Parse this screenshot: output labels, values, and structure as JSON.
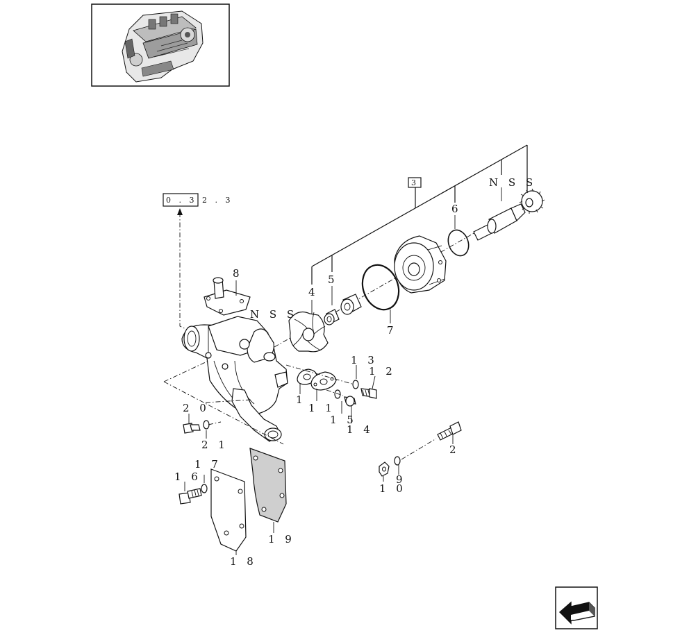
{
  "engine_thumbnail": {
    "icon": "engine-assembly-icon"
  },
  "reference_box_top": "3",
  "reference_box_left": "0 . 3 2 . 3",
  "labels": {
    "nss_right": "N S S",
    "nss_left": "N S S",
    "p6": "6",
    "p5": "5",
    "p4": "4",
    "p7": "7",
    "p8": "8",
    "p13": "1 3",
    "p12": "1 2",
    "p1": "1",
    "p11": "1 1",
    "p15": "1 5",
    "p14": "1 4",
    "p20": "2 0",
    "p21": "2 1",
    "p2": "2",
    "p17": "1 7",
    "p16": "1 6",
    "p9": "9",
    "p10": "1 0",
    "p19": "1 9",
    "p18": "1 8"
  },
  "nav_button": {
    "icon": "arrow-back-icon"
  }
}
